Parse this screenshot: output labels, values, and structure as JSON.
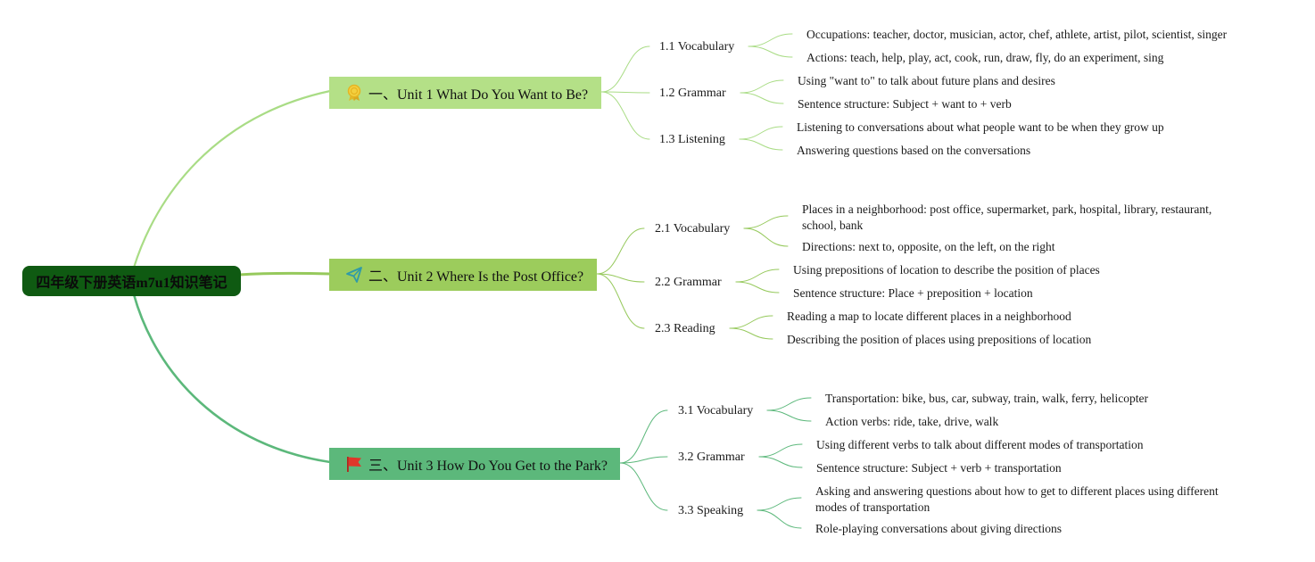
{
  "mindmap": {
    "root": {
      "title": "四年级下册英语m7u1知识笔记"
    },
    "units": [
      {
        "title": "一、Unit 1 What Do You Want to Be?",
        "icon": "award-medal-icon",
        "color": "#b4e087",
        "line_color": "#a9dc85",
        "subtopics": [
          {
            "title": "1.1 Vocabulary",
            "points": [
              "Occupations: teacher, doctor, musician, actor, chef, athlete, artist, pilot, scientist, singer",
              "Actions: teach, help, play, act, cook, run, draw, fly, do an experiment, sing"
            ]
          },
          {
            "title": "1.2 Grammar",
            "points": [
              "Using \"want to\" to talk about future plans and desires",
              "Sentence structure: Subject + want to + verb"
            ]
          },
          {
            "title": "1.3 Listening",
            "points": [
              "Listening to conversations about what people want to be when they grow up",
              "Answering questions based on the conversations"
            ]
          }
        ]
      },
      {
        "title": "二、Unit 2 Where Is the Post Office?",
        "icon": "paper-plane-icon",
        "color": "#9ccc5c",
        "line_color": "#96c95c",
        "subtopics": [
          {
            "title": "2.1 Vocabulary",
            "points": [
              "Places in a neighborhood: post office, supermarket, park, hospital, library, restaurant, school, bank",
              "Directions: next to, opposite, on the left, on the right"
            ]
          },
          {
            "title": "2.2 Grammar",
            "points": [
              "Using prepositions of location to describe the position of places",
              "Sentence structure: Place + preposition + location"
            ]
          },
          {
            "title": "2.3 Reading",
            "points": [
              "Reading a map to locate different places in a neighborhood",
              "Describing the position of places using prepositions of location"
            ]
          }
        ]
      },
      {
        "title": "三、Unit 3 How Do You Get to the Park?",
        "icon": "red-flag-icon",
        "color": "#5cb87b",
        "line_color": "#5cb87b",
        "subtopics": [
          {
            "title": "3.1 Vocabulary",
            "points": [
              "Transportation: bike, bus, car, subway, train, walk, ferry, helicopter",
              "Action verbs: ride, take, drive, walk"
            ]
          },
          {
            "title": "3.2 Grammar",
            "points": [
              "Using different verbs to talk about different modes of transportation",
              "Sentence structure: Subject + verb + transportation"
            ]
          },
          {
            "title": "3.3 Speaking",
            "points": [
              "Asking and answering questions about how to get to different places using different modes of transportation",
              "Role-playing conversations about giving directions"
            ]
          }
        ]
      }
    ]
  }
}
